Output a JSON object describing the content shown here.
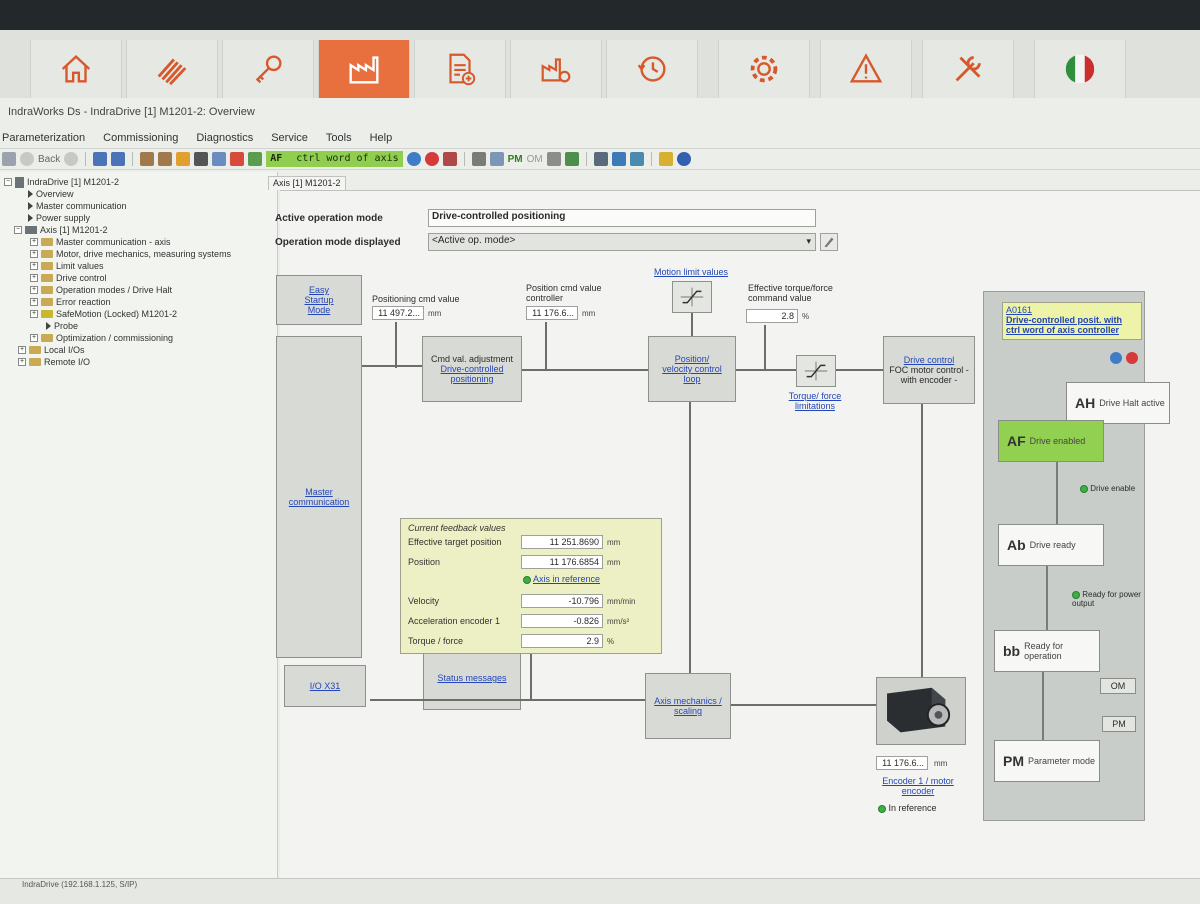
{
  "colors": {
    "active_tab": "#e8703e",
    "state_active": "#92d051",
    "feedback_bg": "#edf0c4",
    "link": "#2346b8"
  },
  "hmi_icons": [
    "home-icon",
    "coil-icon",
    "key-icon",
    "factory-icon",
    "document-add-icon",
    "factory-settings-icon",
    "history-icon",
    "gear-icon",
    "warning-icon",
    "tools-icon",
    "italy-flag-icon"
  ],
  "window": {
    "title": "IndraWorks Ds - IndraDrive [1] M1201-2: Overview"
  },
  "menu": [
    "Parameterization",
    "Commissioning",
    "Diagnostics",
    "Service",
    "Tools",
    "Help"
  ],
  "toolbar": {
    "back_label": "Back",
    "drive_code": "AF",
    "drive_text": "ctrl word of axis",
    "pm": "PM",
    "om": "OM"
  },
  "tree": {
    "root": "IndraDrive [1] M1201-2",
    "items": [
      {
        "label": "Overview"
      },
      {
        "label": "Master communication"
      },
      {
        "label": "Power supply"
      },
      {
        "label": "Axis [1] M1201-2"
      },
      {
        "label": "Master communication - axis"
      },
      {
        "label": "Motor, drive mechanics, measuring systems"
      },
      {
        "label": "Limit values"
      },
      {
        "label": "Drive control"
      },
      {
        "label": "Operation modes / Drive Halt"
      },
      {
        "label": "Error reaction"
      },
      {
        "label": "SafeMotion (Locked) M1201-2"
      },
      {
        "label": "Probe"
      },
      {
        "label": "Optimization / commissioning"
      },
      {
        "label": "Local I/Os"
      },
      {
        "label": "Remote I/O"
      }
    ]
  },
  "tab": {
    "label": "Axis [1] M1201-2"
  },
  "overview": {
    "active_mode_label": "Active operation mode",
    "active_mode_value": "Drive-controlled positioning",
    "displayed_label": "Operation mode displayed",
    "displayed_value": "<Active op. mode>",
    "easy_startup": "Easy Startup Mode",
    "master_comm": "Master communication",
    "io": "I/O X31",
    "status_messages": "Status messages",
    "pos_cmd_label": "Positioning cmd value",
    "pos_cmd_value": "11 497.2...",
    "pos_cmd_unit": "mm",
    "pos_ctrl_label": "Position cmd value controller",
    "pos_ctrl_value": "11 176.6...",
    "pos_ctrl_unit": "mm",
    "motion_limit": "Motion limit values",
    "torque_label": "Effective torque/force command value",
    "torque_value": "2.8",
    "torque_unit": "%",
    "cmd_adj_title": "Cmd val. adjustment",
    "cmd_adj_link": "Drive-controlled positioning",
    "pos_loop": "Position/ velocity control loop",
    "torque_limits": "Torque/ force limitations",
    "drive_control_link": "Drive control",
    "drive_control_text": "FOC motor control - with encoder -",
    "axis_mech": "Axis mechanics / scaling",
    "encoder_value": "11 176.6...",
    "encoder_unit": "mm",
    "encoder_link": "Encoder 1 / motor encoder",
    "in_reference": "In reference"
  },
  "feedback": {
    "title": "Current feedback values",
    "rows": [
      {
        "label": "Effective target position",
        "value": "11 251.8690",
        "unit": "mm"
      },
      {
        "label": "Position",
        "value": "11 176.6854",
        "unit": "mm"
      },
      {
        "label": "Velocity",
        "value": "-10.796",
        "unit": "mm/min"
      },
      {
        "label": "Acceleration encoder 1",
        "value": "-0.826",
        "unit": "mm/s²"
      },
      {
        "label": "Torque / force",
        "value": "2.9",
        "unit": "%"
      }
    ],
    "axis_ref": "Axis in reference"
  },
  "state_panel": {
    "diag_code": "A0161",
    "diag_text": "Drive-controlled posit. with ctrl word of axis controller",
    "states": [
      {
        "code": "AH",
        "text": "Drive Halt active"
      },
      {
        "code": "AF",
        "text": "Drive enabled"
      },
      {
        "code": "Ab",
        "text": "Drive ready"
      },
      {
        "code": "bb",
        "text": "Ready for operation"
      },
      {
        "code": "PM",
        "text": "Parameter mode"
      }
    ],
    "trans_drive_enable": "Drive enable",
    "trans_power": "Ready for power output",
    "om_button": "OM",
    "pm_button": "PM"
  },
  "statusbar": {
    "text": "IndraDrive (192.168.1.125, S/IP)"
  }
}
